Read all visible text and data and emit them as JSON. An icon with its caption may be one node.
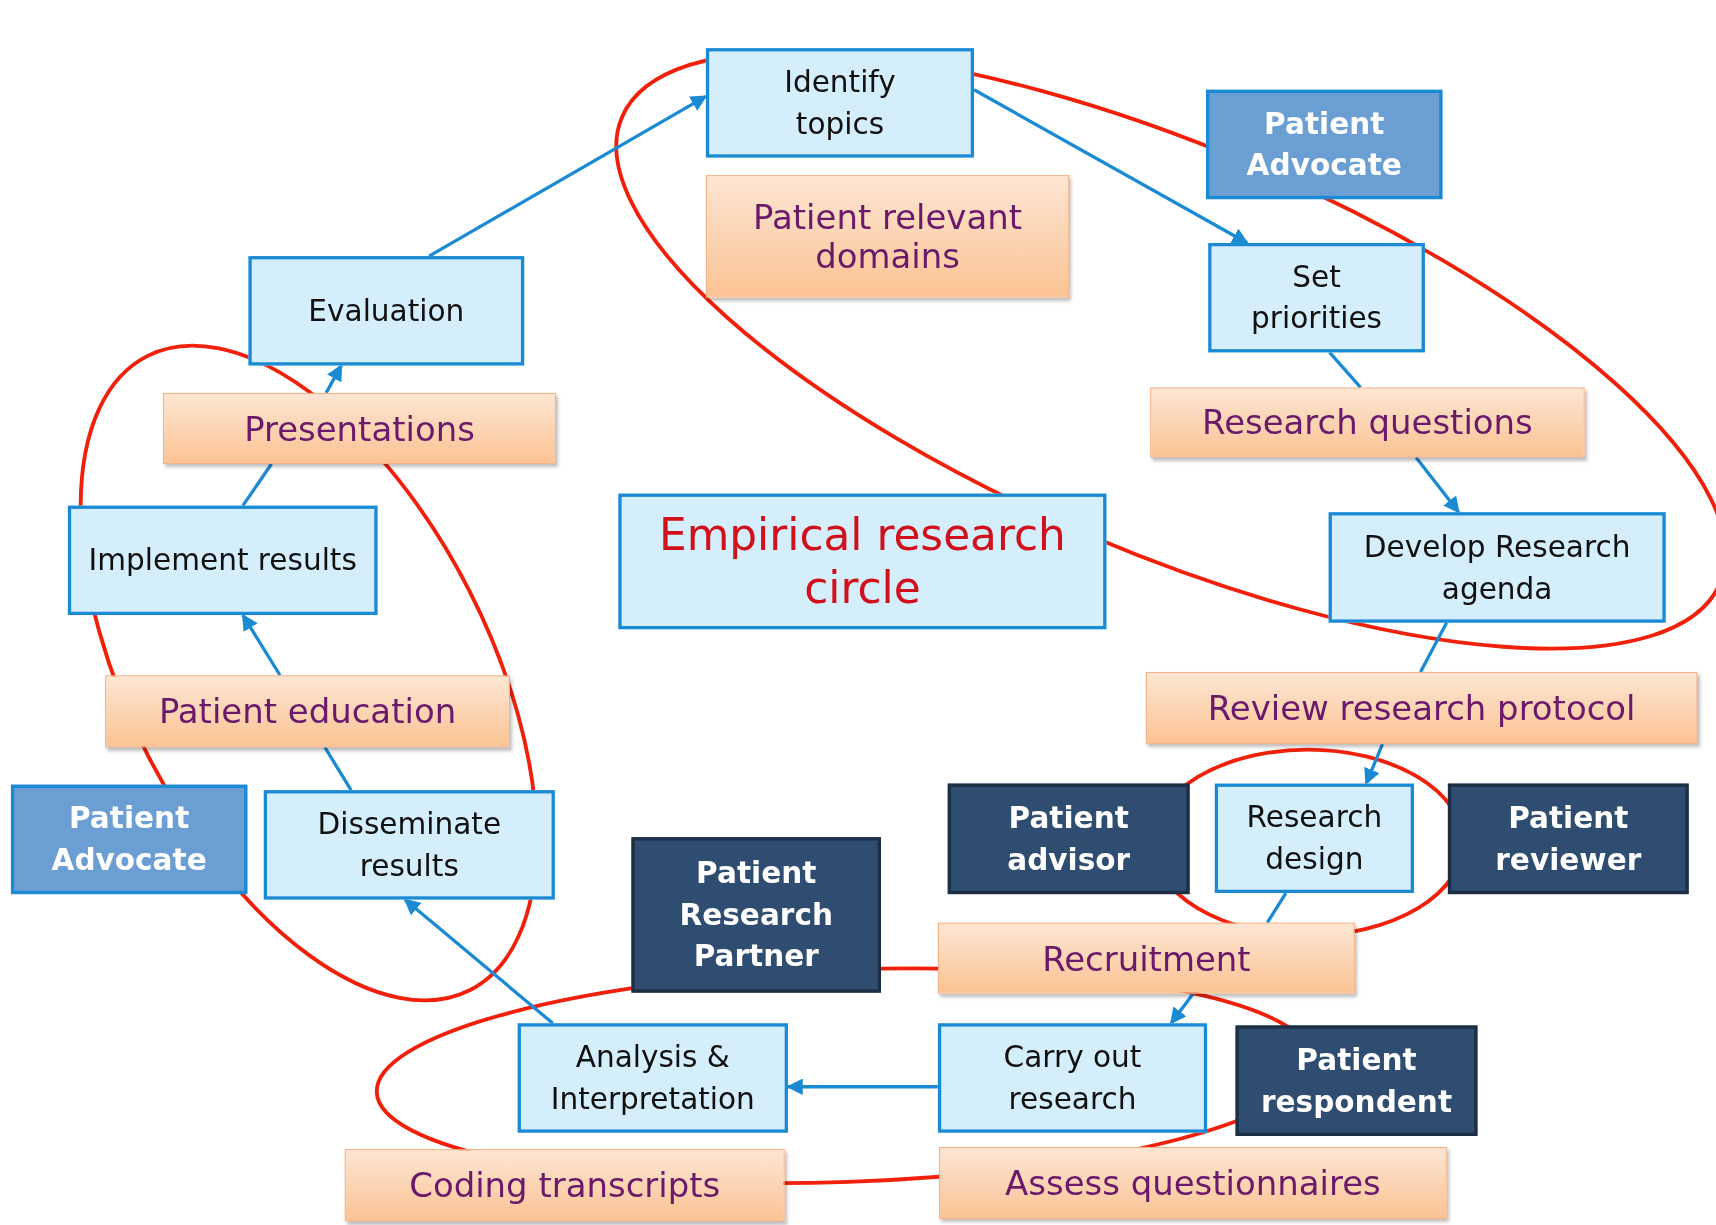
{
  "diagram": {
    "nodes": [
      {
        "text": [
          "Identify topics"
        ]
      },
      {
        "text": [
          "Patient relevant domains"
        ]
      },
      {
        "text": [
          "Patient Advocate"
        ]
      },
      {
        "text": [
          "Set priorities"
        ]
      },
      {
        "text": [
          "Evaluation"
        ]
      },
      {
        "text": [
          "Presentations"
        ]
      },
      {
        "text": [
          "Research questions"
        ]
      },
      {
        "text": [
          "Empirical research circle"
        ]
      },
      {
        "text": [
          "Implement results"
        ]
      },
      {
        "text": [
          "Develop Research agenda"
        ]
      },
      {
        "text": [
          "Patient education"
        ]
      },
      {
        "text": [
          "Review research protocol"
        ]
      },
      {
        "text": [
          "Patient Advocate"
        ]
      },
      {
        "text": [
          "Disseminate results"
        ]
      },
      {
        "text": [
          "Patient advisor"
        ]
      },
      {
        "text": [
          "Research design"
        ]
      },
      {
        "text": [
          "Patient reviewer"
        ]
      },
      {
        "text": [
          "Patient Research Partner"
        ]
      },
      {
        "text": [
          "Recruitment"
        ]
      },
      {
        "text": [
          "Analysis & Interpretation"
        ]
      },
      {
        "text": [
          "Carry out research"
        ]
      },
      {
        "text": [
          "Patient respondent"
        ]
      },
      {
        "text": [
          "Coding transcripts"
        ]
      },
      {
        "text": [
          "Assess questionnaires"
        ]
      }
    ],
    "edges": [
      {
        "from": 4,
        "to": 0,
        "arrow": "to"
      },
      {
        "from": 0,
        "to": 3,
        "arrow": "to"
      },
      {
        "from": 3,
        "to": 6,
        "arrow": "none"
      },
      {
        "from": 6,
        "to": 9,
        "arrow": "to"
      },
      {
        "from": 9,
        "to": 11,
        "arrow": "none"
      },
      {
        "from": 11,
        "to": 15,
        "arrow": "to"
      },
      {
        "from": 15,
        "to": 18,
        "arrow": "none"
      },
      {
        "from": 18,
        "to": 20,
        "arrow": "to"
      },
      {
        "from": 20,
        "to": 19,
        "arrow": "to"
      },
      {
        "from": 19,
        "to": 13,
        "arrow": "to"
      },
      {
        "from": 13,
        "to": 10,
        "arrow": "none"
      },
      {
        "from": 10,
        "to": 8,
        "arrow": "to"
      },
      {
        "from": 8,
        "to": 5,
        "arrow": "none"
      },
      {
        "from": 5,
        "to": 4,
        "arrow": "to"
      }
    ]
  }
}
